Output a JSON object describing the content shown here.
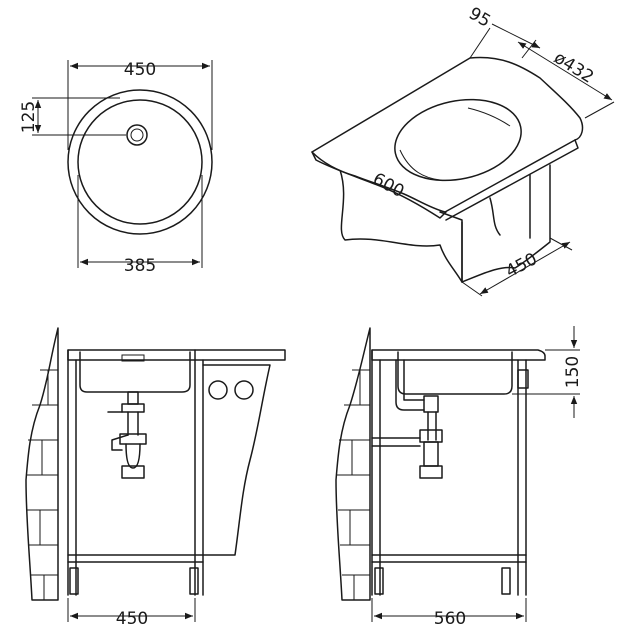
{
  "top_view": {
    "dim_diameter": "450",
    "dim_inner_diameter": "385",
    "dim_drain_offset": "125"
  },
  "iso_view": {
    "dim_flange": "95",
    "dim_bowl_diameter": "ø432",
    "dim_cabinet_width": "600",
    "dim_cabinet_depth": "450"
  },
  "front_view": {
    "dim_cabinet_width": "450"
  },
  "side_view": {
    "dim_depth": "150",
    "dim_cabinet_depth": "560"
  }
}
